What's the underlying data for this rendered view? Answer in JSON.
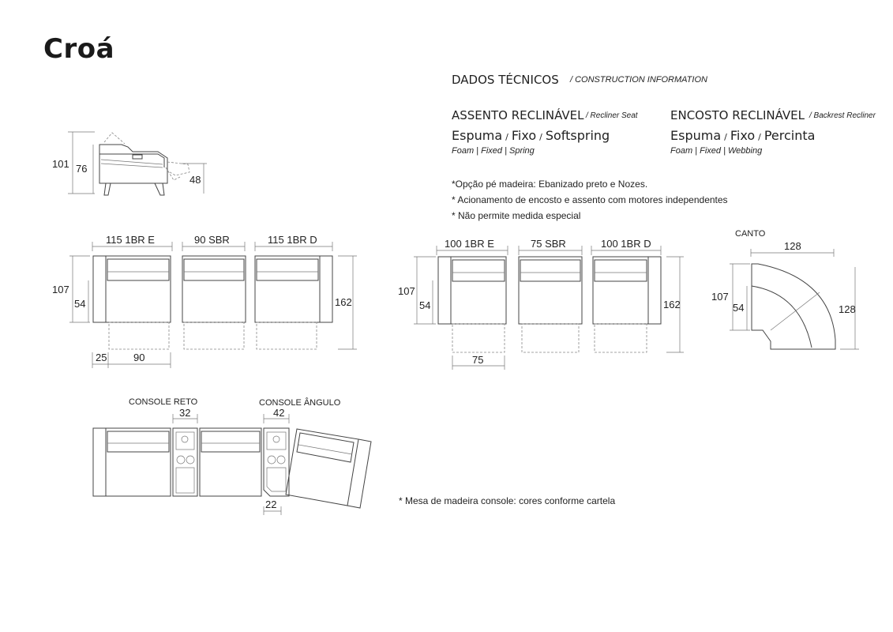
{
  "title": "Croá",
  "header": {
    "dados": "DADOS TÉCNICOS",
    "construction": "/ CONSTRUCTION INFORMATION"
  },
  "assento": {
    "title": "ASSENTO RECLINÁVEL",
    "title_en": "/ Recliner Seat",
    "materials": [
      "Espuma",
      "Fixo",
      "Softspring"
    ],
    "materials_en": [
      "Foam",
      "Fixed",
      "Spring"
    ]
  },
  "encosto": {
    "title": "ENCOSTO RECLINÁVEL",
    "title_en": "/ Backrest Recliner",
    "materials": [
      "Espuma",
      "Fixo",
      "Percinta"
    ],
    "materials_en": [
      "Foam",
      "Fixed",
      "Webbing"
    ]
  },
  "notes": [
    "*Opção pé madeira: Ebanizado preto e Nozes.",
    "* Acionamento de encosto e assento com motores independentes",
    "* Não permite medida especial"
  ],
  "mesa_note": "*  Mesa de madeira console: cores conforme cartela",
  "side_view": {
    "h_total": "101",
    "h_back": "76",
    "h_seat": "48"
  },
  "module_a": {
    "labels": [
      "115 1BR E",
      "90 SBR",
      "115 1BR D"
    ],
    "h_total": "107",
    "h_seat": "54",
    "depth": "162",
    "arm": "25",
    "seat_w": "90"
  },
  "module_b": {
    "labels": [
      "100 1BR E",
      "75 SBR",
      "100 1BR D"
    ],
    "h_total": "107",
    "h_seat": "54",
    "depth": "162",
    "seat_w": "75"
  },
  "canto": {
    "label": "CANTO",
    "width": "128",
    "height": "128",
    "h_total": "107",
    "h_seat": "54"
  },
  "console": {
    "reto_label": "CONSOLE RETO",
    "reto_w": "32",
    "angulo_label": "CONSOLE ÂNGULO",
    "angulo_w": "42",
    "angulo_bottom": "22"
  }
}
